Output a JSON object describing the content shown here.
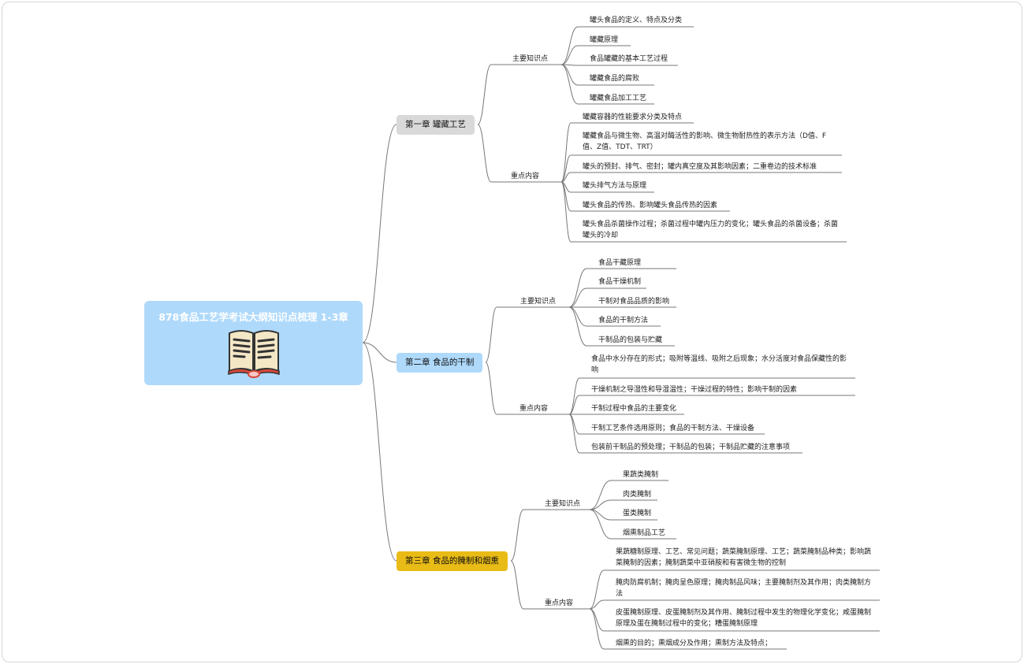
{
  "root": {
    "title": "878食品工艺学考试大纲知识点梳理 1-3章",
    "icon": "open-book-icon"
  },
  "colors": {
    "chapter1": "#d9d9d9",
    "chapter2": "#aed9fb",
    "chapter3": "#e9bb16",
    "root": "#aed9fb",
    "line": "#777777"
  },
  "chapters": [
    {
      "title": "第一章 罐藏工艺",
      "groups": [
        {
          "label": "主要知识点",
          "items": [
            "罐头食品的定义、特点及分类",
            "罐藏原理",
            "食品罐藏的基本工艺过程",
            "罐藏食品的腐败",
            "罐藏食品加工工艺"
          ]
        },
        {
          "label": "重点内容",
          "items": [
            "罐藏容器的性能要求分类及特点",
            "罐藏食品与微生物、高温对酶活性的影响、微生物耐热性的表示方法（D值、F值、Z值、TDT、TRT）",
            "罐头的预封、排气、密封；罐内真空度及其影响因素；二重卷边的技术标准",
            "罐头排气方法与原理",
            "罐头食品的传热、影响罐头食品传热的因素",
            "罐头食品杀菌操作过程；杀菌过程中罐内压力的变化；罐头食品的杀菌设备；杀菌罐头的冷却"
          ]
        }
      ]
    },
    {
      "title": "第二章 食品的干制",
      "groups": [
        {
          "label": "主要知识点",
          "items": [
            "食品干藏原理",
            "食品干燥机制",
            "干制对食品品质的影响",
            "食品的干制方法",
            "干制品的包装与贮藏"
          ]
        },
        {
          "label": "重点内容",
          "items": [
            "食品中水分存在的形式；吸附等温线、吸附之后现象；水分活度对食品保藏性的影响",
            "干燥机制之导湿性和导湿温性；干燥过程的特性；影响干制的因素",
            "干制过程中食品的主要变化",
            "干制工艺条件选用原则；食品的干制方法、干燥设备",
            "包装前干制品的预处理；干制品的包装；干制品贮藏的注意事项"
          ]
        }
      ]
    },
    {
      "title": "第三章 食品的腌制和烟熏",
      "groups": [
        {
          "label": "主要知识点",
          "items": [
            "果蔬类腌制",
            "肉类腌制",
            "蛋类腌制",
            "烟熏制品工艺"
          ]
        },
        {
          "label": "重点内容",
          "items": [
            "果蔬糖制原理、工艺、常见问题；蔬菜腌制原理、工艺；蔬菜腌制品种类；影响蔬菜腌制的因素；腌制蔬菜中亚硝胺和有害微生物的控制",
            "腌肉防腐机制；腌肉呈色原理；腌肉制品风味；主要腌制剂及其作用；肉类腌制方法",
            "皮蛋腌制原理、皮蛋腌制剂及其作用、腌制过程中发生的物理化学变化；咸蛋腌制原理及蛋在腌制过程中的变化；糟蛋腌制原理",
            "烟熏的目的；熏烟成分及作用；熏制方法及特点；"
          ]
        }
      ]
    }
  ]
}
